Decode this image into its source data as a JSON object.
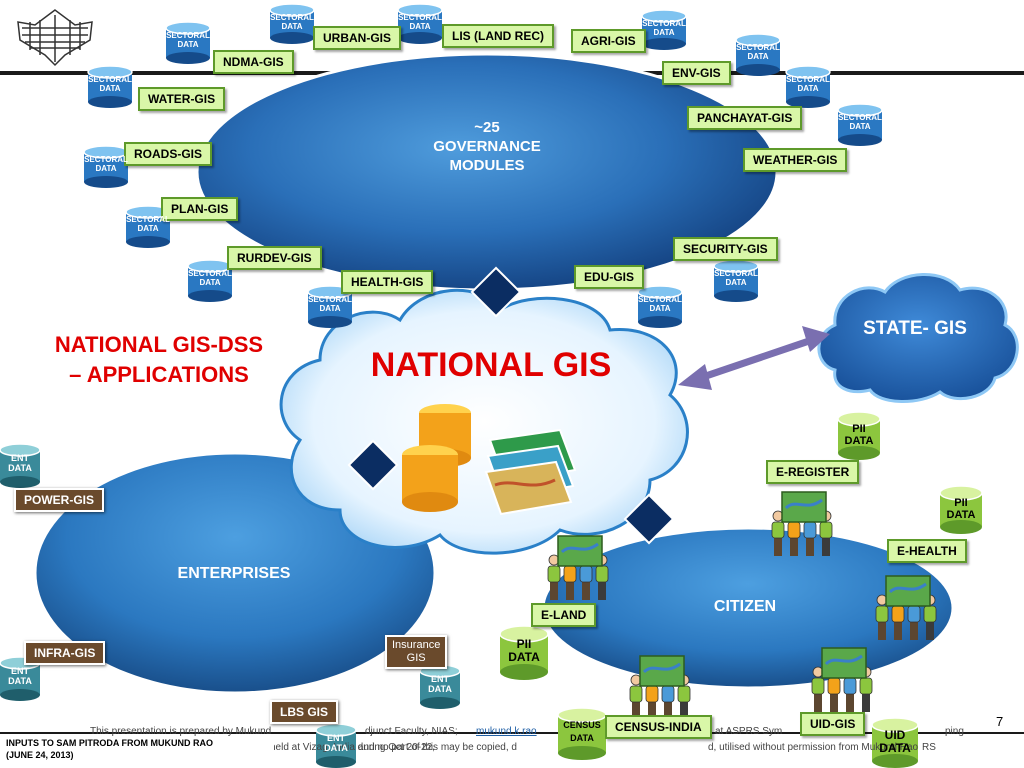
{
  "central_title": "NATIONAL GIS",
  "side_title_line1": "NATIONAL GIS-DSS",
  "side_title_line2": "– APPLICATIONS",
  "state_gis": "STATE- GIS",
  "governance": {
    "line1": "~25",
    "line2": "GOVERNANCE",
    "line3": "MODULES"
  },
  "enterprises": "ENTERPRISES",
  "citizen": "CITIZEN",
  "gov_labels": [
    "URBAN-GIS",
    "LIS (LAND REC)",
    "AGRI-GIS",
    "NDMA-GIS",
    "ENV-GIS",
    "WATER-GIS",
    "PANCHAYAT-GIS",
    "ROADS-GIS",
    "WEATHER-GIS",
    "PLAN-GIS",
    "SECURITY-GIS",
    "RURDEV-GIS",
    "HEALTH-GIS",
    "EDU-GIS"
  ],
  "enterprise_labels": [
    "POWER-GIS",
    "INFRA-GIS",
    "LBS GIS"
  ],
  "insurance_label": {
    "line1": "Insurance",
    "line2": "GIS"
  },
  "citizen_labels": [
    "E-REGISTER",
    "E-HEALTH",
    "E-LAND",
    "CENSUS-INDIA",
    "UID-GIS"
  ],
  "db_sectoral": {
    "line1": "SECTORAL",
    "line2": "DATA"
  },
  "db_ent": {
    "line1": "ENT",
    "line2": "DATA"
  },
  "db_pii": {
    "line1": "PII",
    "line2": "DATA"
  },
  "db_census": {
    "line1": "CENSUS",
    "line2": "DATA"
  },
  "db_uid": {
    "line1": "UID",
    "line2": "DATA"
  },
  "page_number": "7",
  "footer_left_1": "INPUTS TO SAM PITRODA FROM MUKUND RAO",
  "footer_left_2": "(JUNE 24, 2013)",
  "footer_frag_1": "This presentation is prepared by Mukund",
  "footer_frag_2": "djunct Faculty, NIAS;",
  "footer_link": "mukund.k.rao",
  "footer_frag_3": "at ASPRS Sym",
  "footer_frag_4": "ping",
  "footer_frag_5": "held at Vizag, India during Oct 20-22,",
  "footer_frag_6": "and no part of this may be copied, d",
  "footer_frag_7": "d, utilised without permission from Mukund Rao",
  "footer_frag_8": "RS",
  "colors": {
    "accent_blue": "#1f5fa6",
    "dark_blue": "#0b2d62",
    "label_green": "#d9f7a8",
    "title_red": "#e00000",
    "arrow_purple": "#7a6fb0",
    "ent_brown": "#6a4a2c"
  }
}
